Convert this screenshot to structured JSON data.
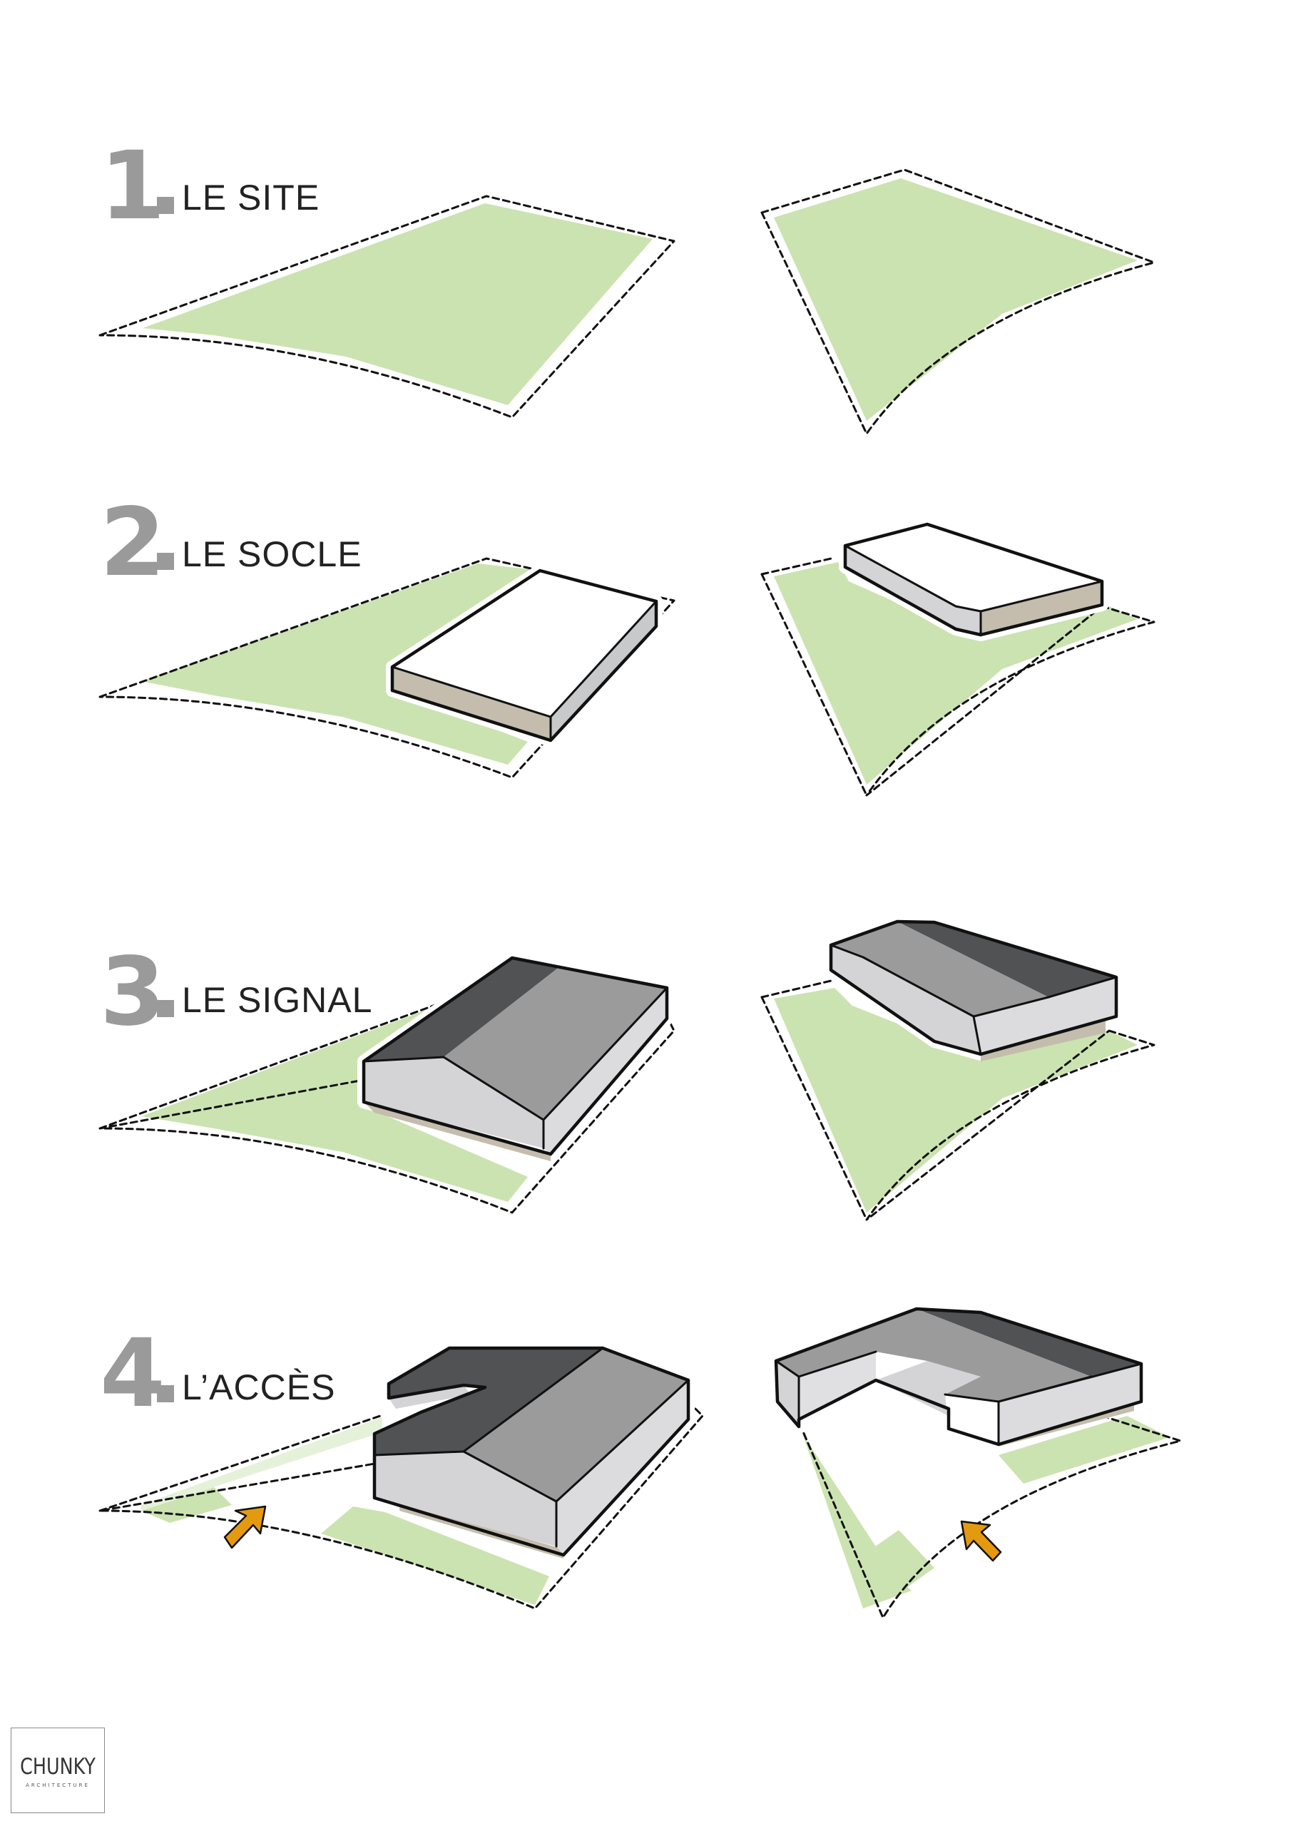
{
  "steps": [
    {
      "number": "1",
      "title": "LE SITE"
    },
    {
      "number": "2",
      "title": "LE SOCLE"
    },
    {
      "number": "3",
      "title": "LE SIGNAL"
    },
    {
      "number": "4",
      "title": "L’ACCÈS"
    }
  ],
  "logo": {
    "main": "CHUNKY",
    "sub": "ARCHITECTURE"
  },
  "colors": {
    "site_green": "#cbe3b0",
    "label_gray": "#9a9a9a",
    "roof_dark": "#505254",
    "roof_mid": "#9b9b9b",
    "wall_light": "#d4d4d6",
    "socle_beige": "#c4bdae",
    "arrow_orange": "#e49a10"
  }
}
